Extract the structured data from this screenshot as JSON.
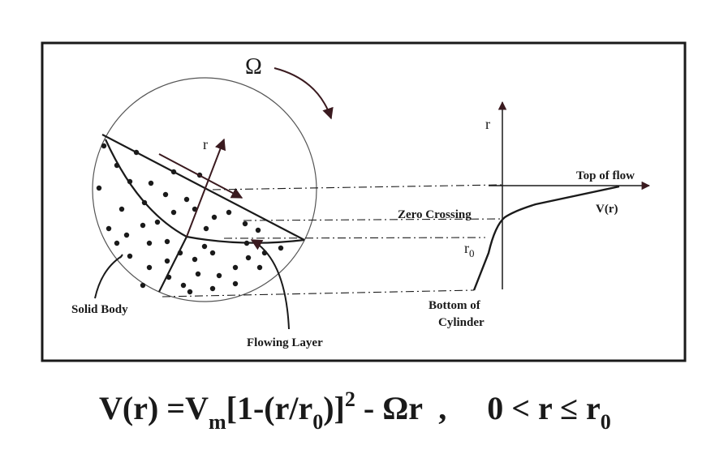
{
  "diagram": {
    "omega_symbol": "Ω",
    "r_axis_label_circle": "r",
    "r_axis_label_plot": "r",
    "label_top_of_flow": "Top of flow",
    "label_zero_crossing": "Zero Crossing",
    "label_v_of_r": "V(r)",
    "label_r0_base": "r",
    "label_r0_sub": "0",
    "label_bottom_line1": "Bottom of",
    "label_bottom_line2": "Cylinder",
    "label_solid_body": "Solid Body",
    "label_flowing_layer": "Flowing Layer"
  },
  "equation": {
    "part1": "V(r) =V",
    "sub_m": "m",
    "part2": "[1-(r/r",
    "sub_0a": "0",
    "part3": ")]",
    "sup_2": "2",
    "part4": " - Ωr  ,     0 < r ≤ r",
    "sub_0b": "0"
  },
  "colors": {
    "border": "#1a1a1a",
    "arrow": "#3a1a1f",
    "ink": "#1a1a1a"
  }
}
